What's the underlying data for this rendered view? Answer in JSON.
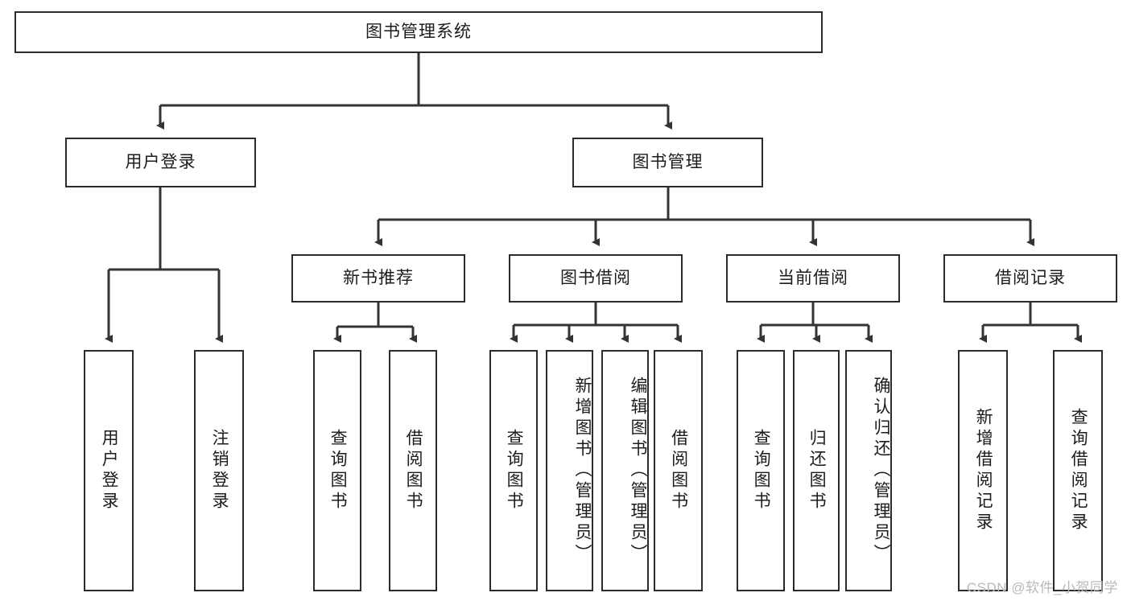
{
  "diagram": {
    "title": "图书管理系统",
    "type": "hierarchy-tree",
    "levels": 4,
    "root": {
      "id": "root",
      "label": "图书管理系统",
      "orientation": "horizontal"
    },
    "level2": [
      {
        "id": "user-login",
        "label": "用户登录",
        "orientation": "horizontal"
      },
      {
        "id": "book-manage",
        "label": "图书管理",
        "orientation": "horizontal"
      }
    ],
    "level3": [
      {
        "id": "new-book-rec",
        "label": "新书推荐",
        "orientation": "horizontal",
        "parent": "book-manage"
      },
      {
        "id": "book-borrow",
        "label": "图书借阅",
        "orientation": "horizontal",
        "parent": "book-manage"
      },
      {
        "id": "current-borrow",
        "label": "当前借阅",
        "orientation": "horizontal",
        "parent": "book-manage"
      },
      {
        "id": "borrow-record",
        "label": "借阅记录",
        "orientation": "horizontal",
        "parent": "book-manage"
      }
    ],
    "leaves": [
      {
        "id": "leaf-user-login",
        "label": "用户登录",
        "parent": "user-login",
        "orientation": "vertical"
      },
      {
        "id": "leaf-logout",
        "label": "注销登录",
        "parent": "user-login",
        "orientation": "vertical"
      },
      {
        "id": "leaf-query-book-1",
        "label": "查询图书",
        "parent": "new-book-rec",
        "orientation": "vertical"
      },
      {
        "id": "leaf-borrow-book-1",
        "label": "借阅图书",
        "parent": "new-book-rec",
        "orientation": "vertical"
      },
      {
        "id": "leaf-query-book-2",
        "label": "查询图书",
        "parent": "book-borrow",
        "orientation": "vertical"
      },
      {
        "id": "leaf-add-book",
        "label": "新增图书（管理员）",
        "parent": "book-borrow",
        "orientation": "vertical"
      },
      {
        "id": "leaf-edit-book",
        "label": "编辑图书（管理员）",
        "parent": "book-borrow",
        "orientation": "vertical"
      },
      {
        "id": "leaf-borrow-book-2",
        "label": "借阅图书",
        "parent": "book-borrow",
        "orientation": "vertical"
      },
      {
        "id": "leaf-query-book-3",
        "label": "查询图书",
        "parent": "current-borrow",
        "orientation": "vertical"
      },
      {
        "id": "leaf-return-book",
        "label": "归还图书",
        "parent": "current-borrow",
        "orientation": "vertical"
      },
      {
        "id": "leaf-confirm-return",
        "label": "确认归还（管理员）",
        "parent": "current-borrow",
        "orientation": "vertical"
      },
      {
        "id": "leaf-add-record",
        "label": "新增借阅记录",
        "parent": "borrow-record",
        "orientation": "vertical"
      },
      {
        "id": "leaf-query-record",
        "label": "查询借阅记录",
        "parent": "borrow-record",
        "orientation": "vertical"
      }
    ]
  },
  "watermark": {
    "text": "CSDN @软件_小贺同学"
  },
  "colors": {
    "box_border": "#2b2b2b",
    "box_fill": "#ffffff",
    "edge": "#333333",
    "text": "#1c1c1c",
    "watermark": "#b9b9b9",
    "background": "#ffffff"
  }
}
